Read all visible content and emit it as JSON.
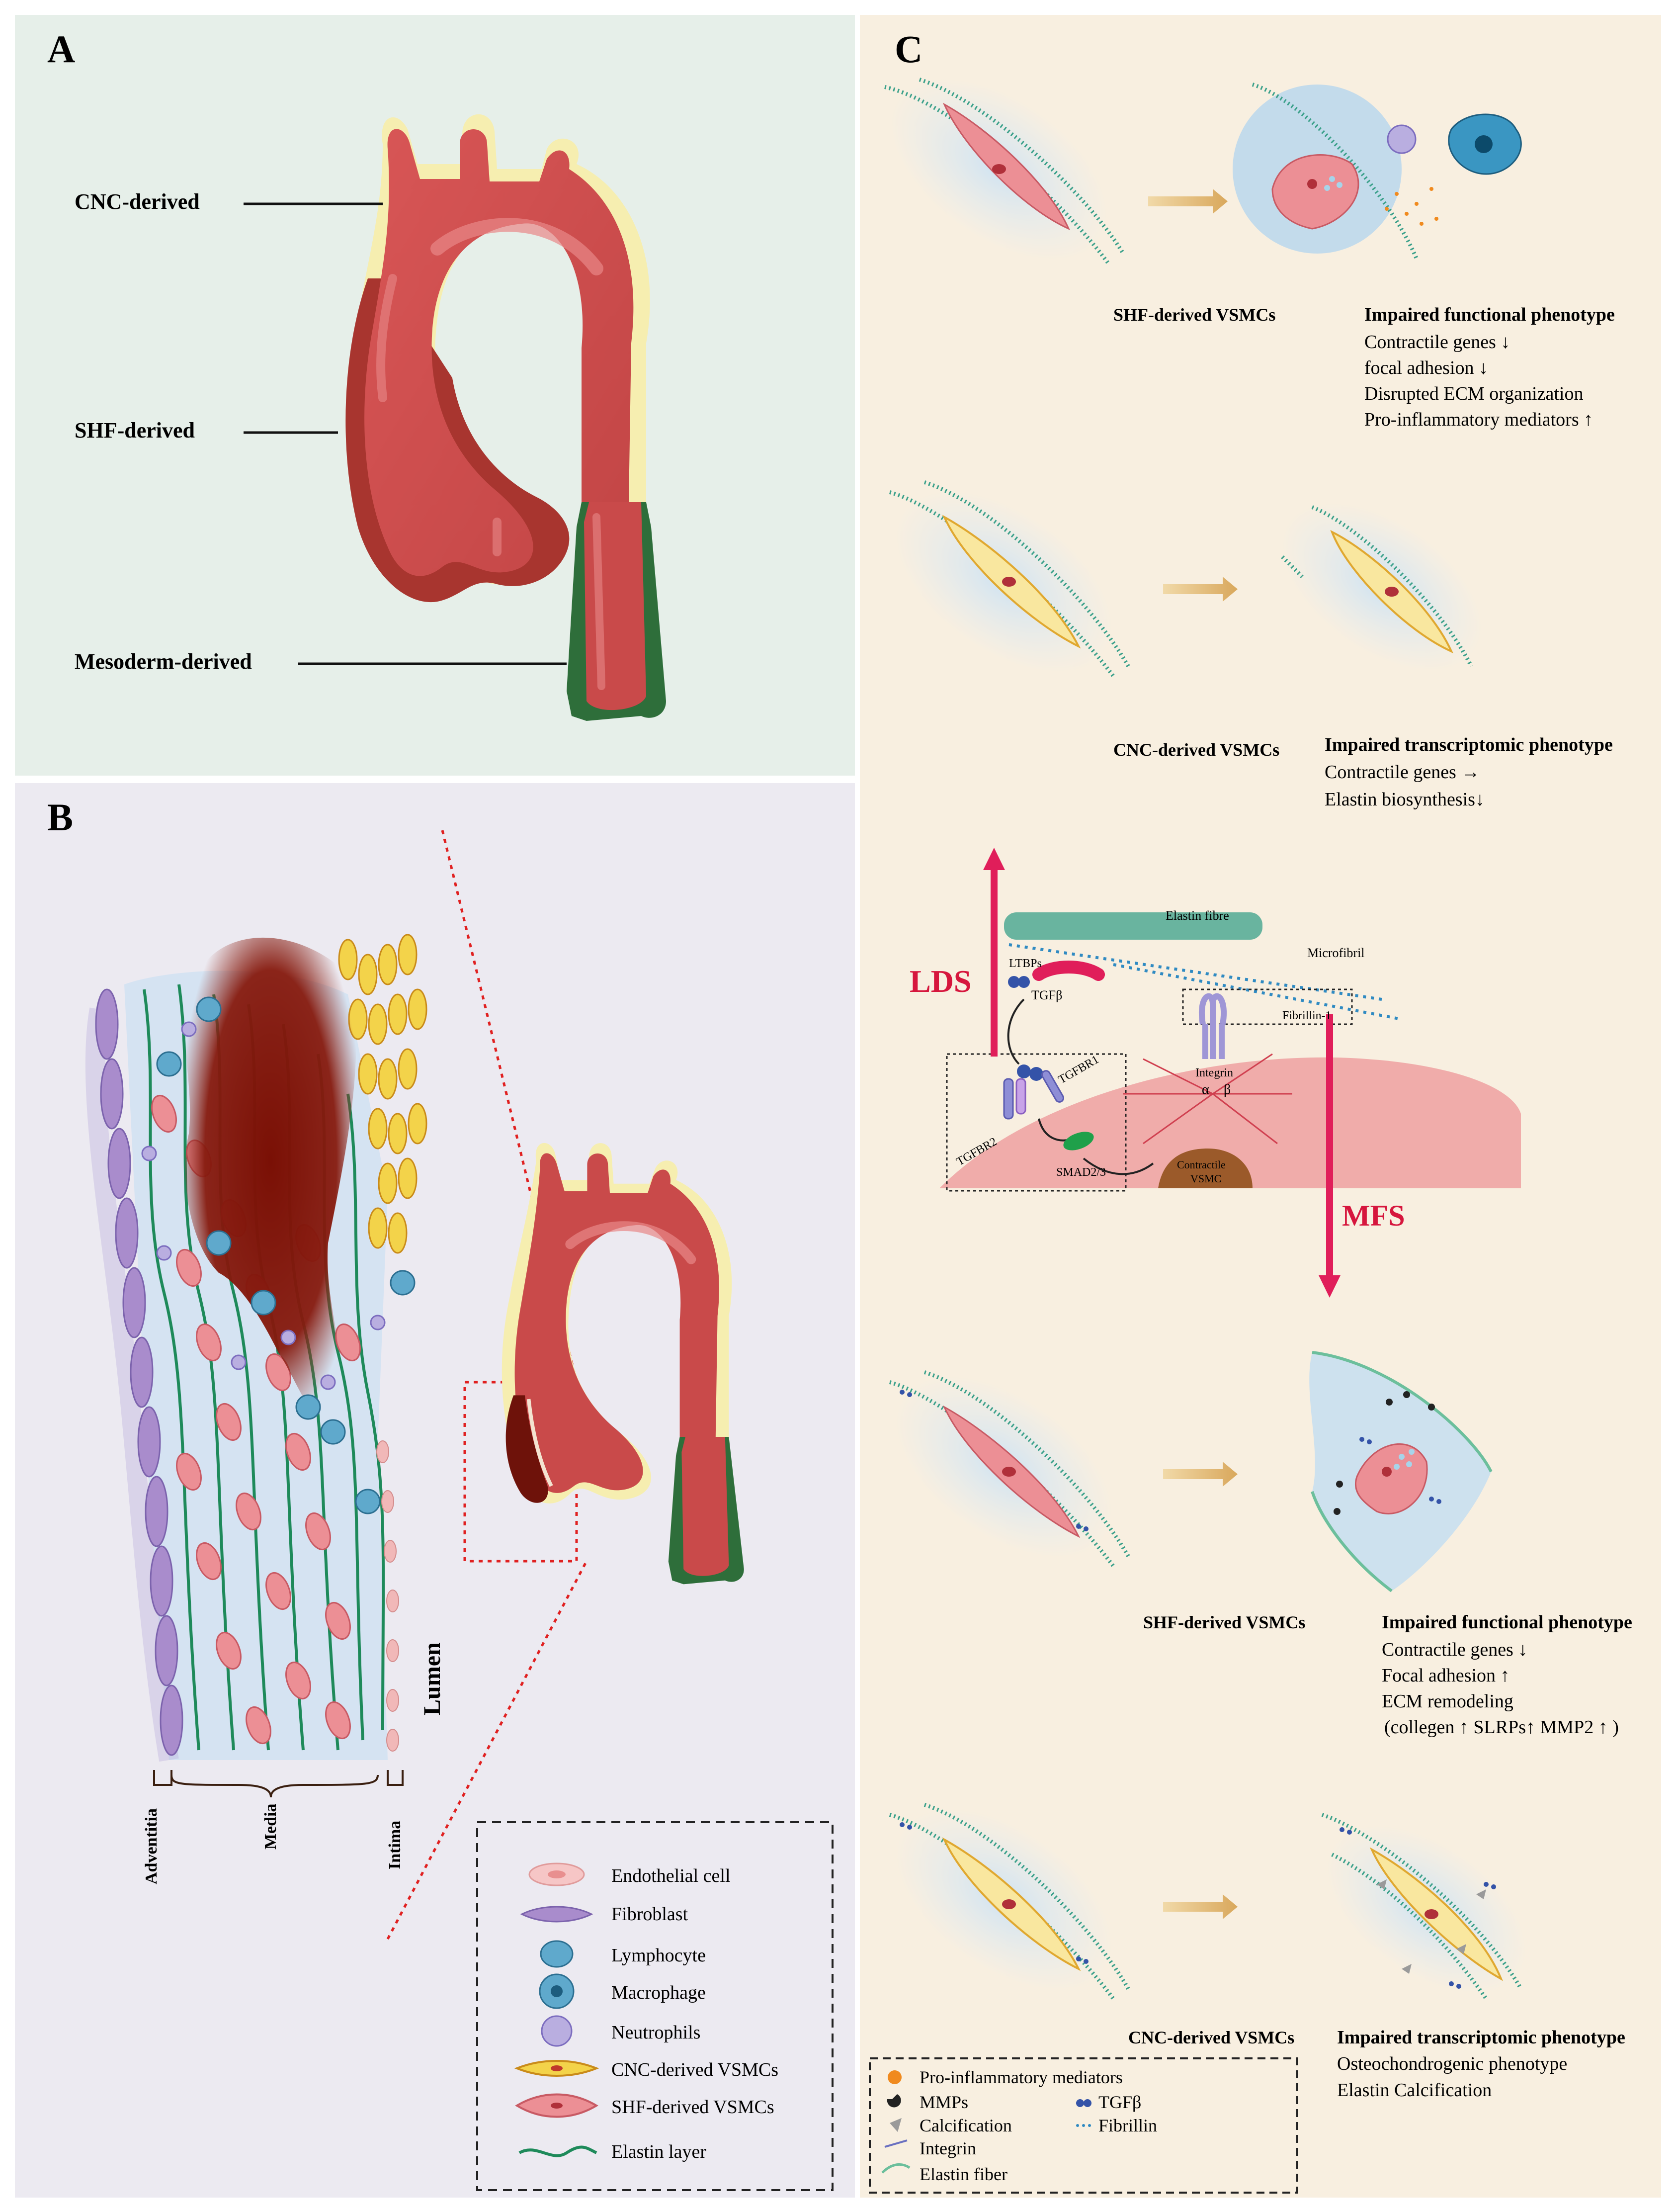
{
  "panelA": {
    "letter": "A",
    "labels": [
      "CNC-derived",
      "SHF-derived",
      "Mesoderm-derived"
    ]
  },
  "panelB": {
    "letter": "B",
    "lumen": "Lumen",
    "layers": [
      "Adventitia",
      "Media",
      "Intima"
    ],
    "legend": [
      {
        "label": "Endothelial cell",
        "icon": "endothelial-cell-icon"
      },
      {
        "label": "Fibroblast",
        "icon": "fibroblast-icon"
      },
      {
        "label": "Lymphocyte",
        "icon": "lymphocyte-icon"
      },
      {
        "label": "Macrophage",
        "icon": "macrophage-icon"
      },
      {
        "label": "Neutrophils",
        "icon": "neutrophil-icon"
      },
      {
        "label": "CNC-derived VSMCs",
        "icon": "cnc-vsmc-icon"
      },
      {
        "label": "SHF-derived VSMCs",
        "icon": "shf-vsmc-icon"
      },
      {
        "label": "Elastin layer",
        "icon": "elastin-layer-icon"
      }
    ]
  },
  "panelC": {
    "letter": "C",
    "row1": {
      "cell_label": "SHF-derived VSMCs",
      "title": "Impaired functional phenotype",
      "lines": [
        "Contractile genes ↓",
        "focal adhesion ↓",
        "Disrupted ECM organization",
        "Pro-inflammatory mediators ↑"
      ]
    },
    "row2": {
      "cell_label": "CNC-derived VSMCs",
      "title": "Impaired transcriptomic phenotype",
      "lines": [
        "Contractile genes →",
        "Elastin biosynthesis↓"
      ]
    },
    "center": {
      "lds": "LDS",
      "mfs": "MFS",
      "elastin_fibre": "Elastin fibre",
      "microfibril": "Microfibril",
      "ltbps": "LTBPs",
      "tgfb": "TGFβ",
      "fibrillin": "Fibrillin-1",
      "tgfbr1": "TGFBR1",
      "tgfbr2": "TGFBR2",
      "smad": "SMAD2/3",
      "integrin": "Integrin",
      "alpha": "α",
      "beta": "β",
      "contractile": "Contractile",
      "vsmc": "VSMC"
    },
    "row3": {
      "cell_label": "SHF-derived VSMCs",
      "title": "Impaired functional phenotype",
      "lines": [
        "Contractile genes ↓",
        "Focal adhesion ↑",
        "ECM remodeling",
        "(collegen ↑ SLRPs↑ MMP2 ↑ )"
      ]
    },
    "row4": {
      "cell_label": "CNC-derived VSMCs",
      "title": "Impaired transcriptomic phenotype",
      "lines": [
        "Osteochondrogenic phenotype",
        "Elastin Calcification"
      ]
    },
    "legend": {
      "pro_inflammatory": "Pro-inflammatory mediators",
      "mmps": "MMPs",
      "tgfb": "TGFβ",
      "calcification": "Calcification",
      "fibrillin": "Fibrillin",
      "integrin": "Integrin",
      "elastin_fiber": "Elastin fiber"
    }
  },
  "colors": {
    "panelA_bg": "#e6efe9",
    "panelB_bg": "#eceaf1",
    "panelC_bg": "#f8efe0",
    "aorta_red": "#c94a4a",
    "aorta_dark": "#a8352f",
    "adventitia_yellow": "#f6eeb0",
    "mesoderm_green": "#2e6e3a",
    "arrow_pink": "#e01e5a",
    "elastin_teal": "#3aa08a"
  }
}
